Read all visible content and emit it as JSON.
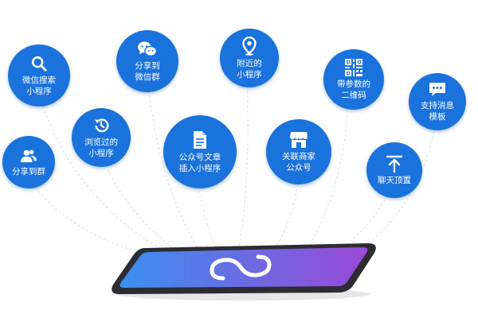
{
  "features": [
    {
      "id": "wechat-search",
      "icon": "search-icon",
      "label": "微信搜索\n小程序"
    },
    {
      "id": "share-group",
      "icon": "users-icon",
      "label": "分享到群"
    },
    {
      "id": "history",
      "icon": "history-icon",
      "label": "浏览过的\n小程序"
    },
    {
      "id": "share-wechat",
      "icon": "chat-icon",
      "label": "分享到\n微信群"
    },
    {
      "id": "article",
      "icon": "document-icon",
      "label": "公众号文章\n插入小程序"
    },
    {
      "id": "nearby",
      "icon": "location-icon",
      "label": "附近的\n小程序"
    },
    {
      "id": "merchant",
      "icon": "store-icon",
      "label": "关联商家\n公众号"
    },
    {
      "id": "qrcode",
      "icon": "qrcode-icon",
      "label": "带参数的\n二维码"
    },
    {
      "id": "pin-top",
      "icon": "pin-top-icon",
      "label": "聊天顶置"
    },
    {
      "id": "message",
      "icon": "message-icon",
      "label": "支持消息\n模板"
    }
  ],
  "colors": {
    "bubble": "#1a72dc",
    "line": "#d6dbe2",
    "phone_frame": "#2c2c33",
    "screen_start": "#3b8ff0",
    "screen_end": "#9a48d6"
  }
}
